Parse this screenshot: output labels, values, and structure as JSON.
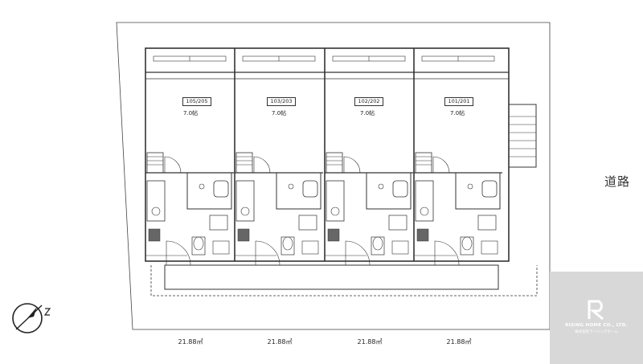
{
  "road_label": "道路",
  "units": [
    {
      "label": "105/205",
      "room_size": "7.0帖",
      "area": "21.88㎡"
    },
    {
      "label": "103/203",
      "room_size": "7.0帖",
      "area": "21.88㎡"
    },
    {
      "label": "102/202",
      "room_size": "7.0帖",
      "area": "21.88㎡"
    },
    {
      "label": "101/201",
      "room_size": "7.0帖",
      "area": "21.88㎡"
    }
  ],
  "watermark": {
    "company": "RISING HOME CO., LTD.",
    "company_sub": "株式会社ライジングホーム"
  },
  "icons": {
    "compass": "north-compass-icon",
    "logo": "rising-home-logo-icon"
  },
  "colors": {
    "line": "#333333",
    "watermark_bg": "#d8d8d8"
  }
}
